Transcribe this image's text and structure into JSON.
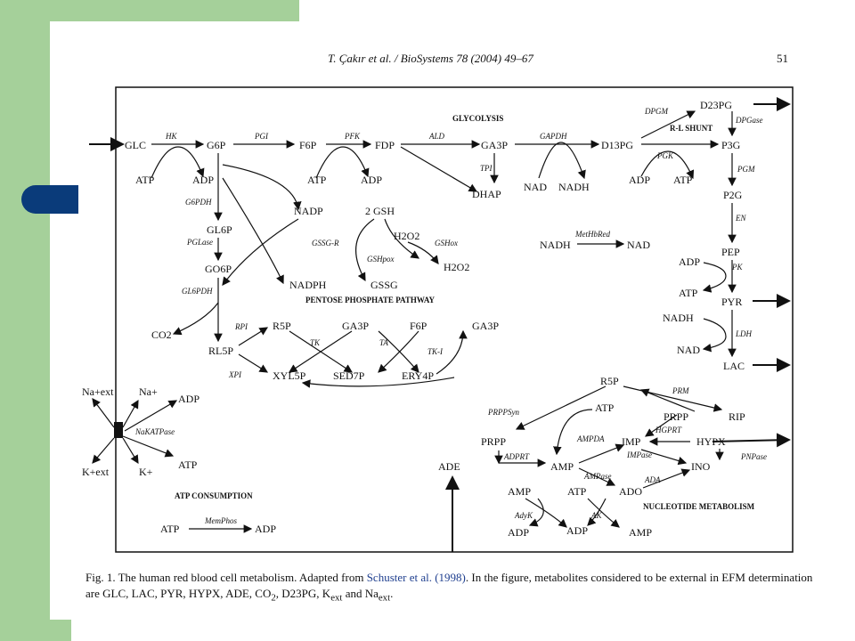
{
  "header": {
    "citation": "T. Çakır et al. / BioSystems 78 (2004) 49–67",
    "page_number": "51"
  },
  "section_labels": {
    "glycolysis": "GLYCOLYSIS",
    "rl_shunt": "R-L SHUNT",
    "ppp": "PENTOSE PHOSPHATE PATHWAY",
    "atp_consumption": "ATP CONSUMPTION",
    "nucleotide": "NUCLEOTIDE METABOLISM"
  },
  "metabolites": {
    "glc": "GLC",
    "g6p": "G6P",
    "f6p": "F6P",
    "fdp": "FDP",
    "ga3p": "GA3P",
    "dhap": "DHAP",
    "d13pg": "D13PG",
    "d23pg": "D23PG",
    "p3g": "P3G",
    "p2g": "P2G",
    "pep": "PEP",
    "pyr": "PYR",
    "lac": "LAC",
    "atp": "ATP",
    "adp": "ADP",
    "nad": "NAD",
    "nadh": "NADH",
    "nadp": "NADP",
    "nadph": "NADPH",
    "gsh2": "2 GSH",
    "gssg": "GSSG",
    "h2o2": "H2O2",
    "gl6p": "GL6P",
    "go6p": "GO6P",
    "co2": "CO2",
    "rl5p": "RL5P",
    "r5p": "R5P",
    "xyl5p": "XYL5P",
    "sed7p": "SED7P",
    "ery4p": "ERY4P",
    "na_ext": "Na+ext",
    "na": "Na+",
    "k_ext": "K+ext",
    "k": "K+",
    "prpp": "PRPP",
    "ade": "ADE",
    "amp": "AMP",
    "imp": "IMP",
    "hypx": "HYPX",
    "ino": "INO",
    "ado": "ADO",
    "rip": "RIP"
  },
  "enzymes": {
    "hk": "HK",
    "pgi": "PGI",
    "pfk": "PFK",
    "ald": "ALD",
    "gapdh": "GAPDH",
    "tpi": "TPI",
    "dpgm": "DPGM",
    "dpgase": "DPGase",
    "pgk": "PGK",
    "pgm": "PGM",
    "en": "EN",
    "pk": "PK",
    "ldh": "LDH",
    "g6pdh": "G6PDH",
    "pglase": "PGLase",
    "gl6pdh": "GL6PDH",
    "gssgr": "GSSG-R",
    "gshpox": "GSHpox",
    "gshox": "GSHox",
    "methbred": "MetHbRed",
    "rpi": "RPI",
    "xpi": "XPI",
    "tk": "TK",
    "ta": "TA",
    "tk1": "TK-I",
    "nakatpase": "NaKATPase",
    "memphos": "MemPhos",
    "prm": "PRM",
    "prppsyn": "PRPPSyn",
    "ampda": "AMPDA",
    "hgprt": "HGPRT",
    "imppase": "IMPase",
    "pnpase": "PNPase",
    "adprt": "ADPRT",
    "ampase": "AMPase",
    "ada": "ADA",
    "adyk": "AdyK",
    "ak": "AK"
  },
  "caption": {
    "lead": "Fig. 1.  The human red blood cell metabolism. Adapted from ",
    "citation": "Schuster et al. (1998)",
    "rest": ". In the figure, metabolites considered to be external in EFM determination are GLC, LAC, PYR, HYPX, ADE, CO",
    "rest2": ", D23PG, K",
    "rest3": " and Na",
    "rest4": "."
  }
}
